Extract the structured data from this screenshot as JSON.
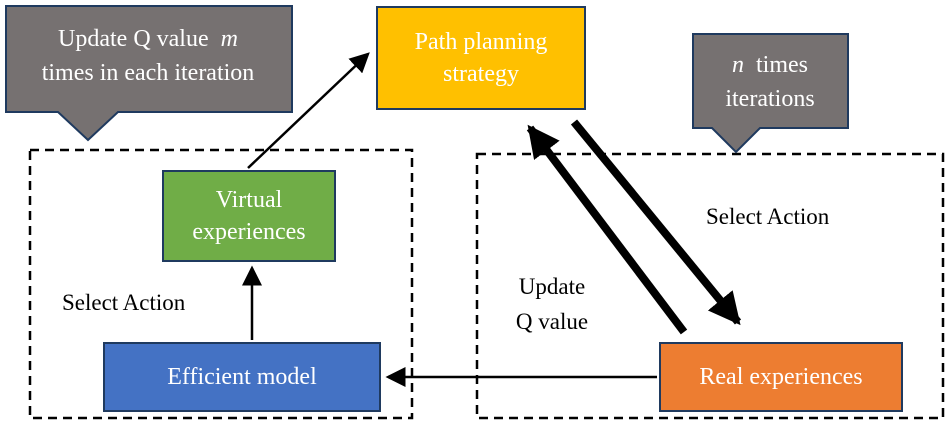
{
  "nodes": {
    "path_planning": {
      "line1": "Path planning",
      "line2": "strategy"
    },
    "virtual_experiences": {
      "line1": "Virtual",
      "line2": "experiences"
    },
    "efficient_model": {
      "label": "Efficient model"
    },
    "real_experiences": {
      "label": "Real experiences"
    }
  },
  "callouts": {
    "left": {
      "line1_text": "Update Q value",
      "line1_var": "m",
      "line2": "times in each iteration"
    },
    "right": {
      "line1_var": "n",
      "line1_text": "times",
      "line2": "iterations"
    }
  },
  "labels": {
    "select_action_left": "Select Action",
    "select_action_right": "Select Action",
    "update_q_line1": "Update",
    "update_q_line2": "Q value"
  },
  "colors": {
    "path_planning": "#ffc000",
    "virtual_experiences": "#70ad47",
    "efficient_model": "#4472c4",
    "real_experiences": "#ed7d31",
    "callout": "#767171"
  }
}
